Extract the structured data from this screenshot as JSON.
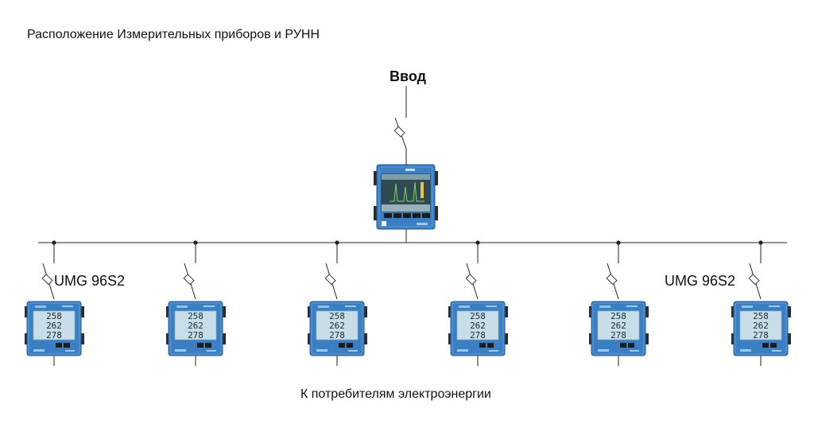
{
  "title": "Расположение Измерительных приборов и РУНН",
  "input_label": "Ввод",
  "device_label_left": "UMG 96S2",
  "device_label_right": "UMG 96S2",
  "footer": "К потребителям электроэнергии",
  "meter_readings": [
    "258",
    "262",
    "278"
  ],
  "colors": {
    "line": "#222222",
    "meter_body": "#3a7fc4",
    "meter_body_dark": "#1f5d9c",
    "display_bg": "#c7dde7",
    "screen_bg": "#2f4a52"
  },
  "feeders": [
    "feeder-1",
    "feeder-2",
    "feeder-3",
    "feeder-4",
    "feeder-5",
    "feeder-6"
  ]
}
